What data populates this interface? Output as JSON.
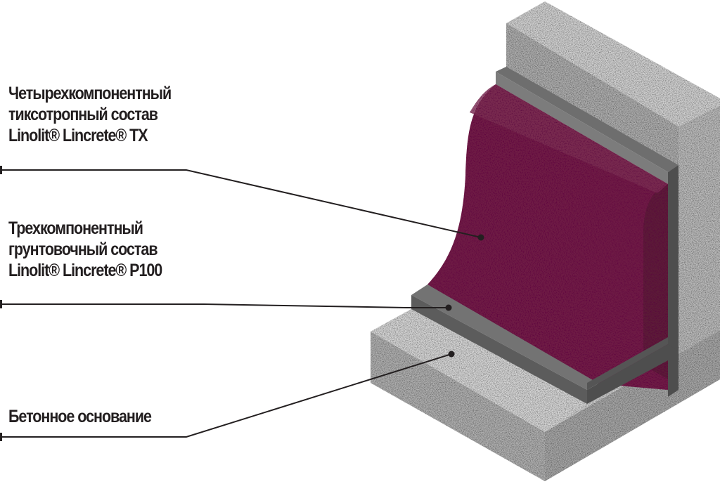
{
  "diagram": {
    "title": "",
    "colors": {
      "coating": "#6e1f45",
      "coating_dark": "#5a1a36",
      "primer_light": "#7a7a7a",
      "primer_dark": "#555555",
      "concrete_light": "#d6d6d6",
      "concrete_mid": "#b4b4b4",
      "concrete_dark": "#9a9a9a",
      "leader_line": "#231f20",
      "text": "#231f20"
    },
    "layers": [
      {
        "id": "coating",
        "lines": [
          "Четырехкомпонентный",
          "тиксотропный состав",
          "Linolit® Lincrete® TX"
        ]
      },
      {
        "id": "primer",
        "lines": [
          "Трехкомпонентный",
          "грунтовочный состав",
          "Linolit® Lincrete® P100"
        ]
      },
      {
        "id": "base",
        "lines": [
          "Бетонное основание"
        ]
      }
    ]
  }
}
